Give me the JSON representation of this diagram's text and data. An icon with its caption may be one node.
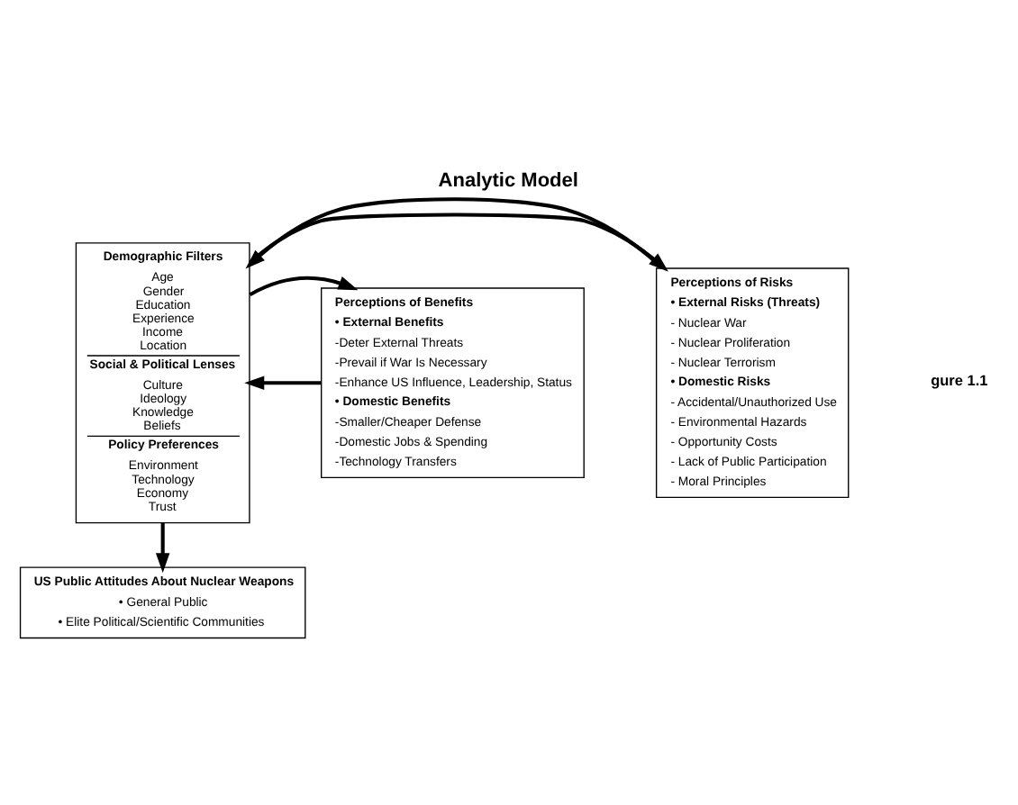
{
  "diagram": {
    "title": "Analytic Model",
    "nodes": [
      {
        "text": [
          "Demographic Filters",
          "Age Gender Education Experience Income Location",
          "Social & Political Lenses",
          "Culture Ideology Knowledge Beliefs",
          "Policy Preferences",
          "Environment Technology Economy Trust"
        ]
      },
      {
        "text": [
          "Perceptions of Risks",
          "• External Risks (Threats)",
          "- Nuclear War",
          "- Nuclear Proliferation",
          "- Nuclear Terrorism",
          "• Domestic Risks",
          "- Accidental/Unauthorized Use",
          "- Environmental Hazards",
          "- Opportunity Costs",
          "- Lack of Public Participation",
          "- Moral Principles"
        ]
      },
      {
        "text": [
          "Perceptions of Benefits",
          "• External Benefits",
          "-Deter External Threats",
          "-Prevail if War Is Necessary",
          "-Enhance US Influence, Leadership, Status",
          "• Domestic Benefits",
          "-Smaller/Cheaper Defense",
          "-Domestic Jobs & Spending",
          "-Technology Transfers"
        ]
      },
      {
        "text": [
          "US Public Attitudes About Nuclear Weapons",
          "• General Public",
          "• Elite Political/Scientific Communities"
        ]
      }
    ],
    "edges": [
      {
        "from": 0,
        "to": 1,
        "arrow": "to"
      },
      {
        "from": 1,
        "to": 0,
        "arrow": "to"
      },
      {
        "from": 2,
        "to": 0,
        "arrow": "to"
      },
      {
        "from": 0,
        "to": 2,
        "arrow": "to"
      },
      {
        "from": 0,
        "to": 3,
        "arrow": "to"
      }
    ],
    "labels": [
      "gure 1.1"
    ]
  }
}
